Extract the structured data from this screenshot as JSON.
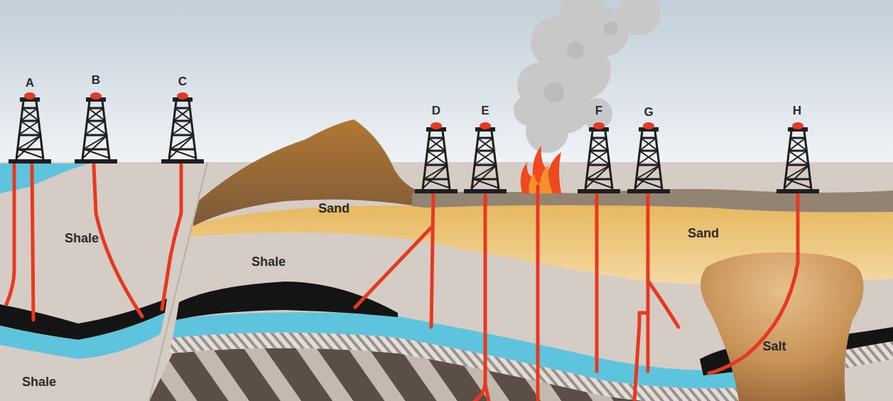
{
  "diagram": {
    "labels": [
      "A",
      "B",
      "C",
      "D",
      "E",
      "F",
      "G",
      "H",
      "Shale",
      "Sand",
      "Sand",
      "Shale",
      "Salt",
      "Shale"
    ]
  }
}
